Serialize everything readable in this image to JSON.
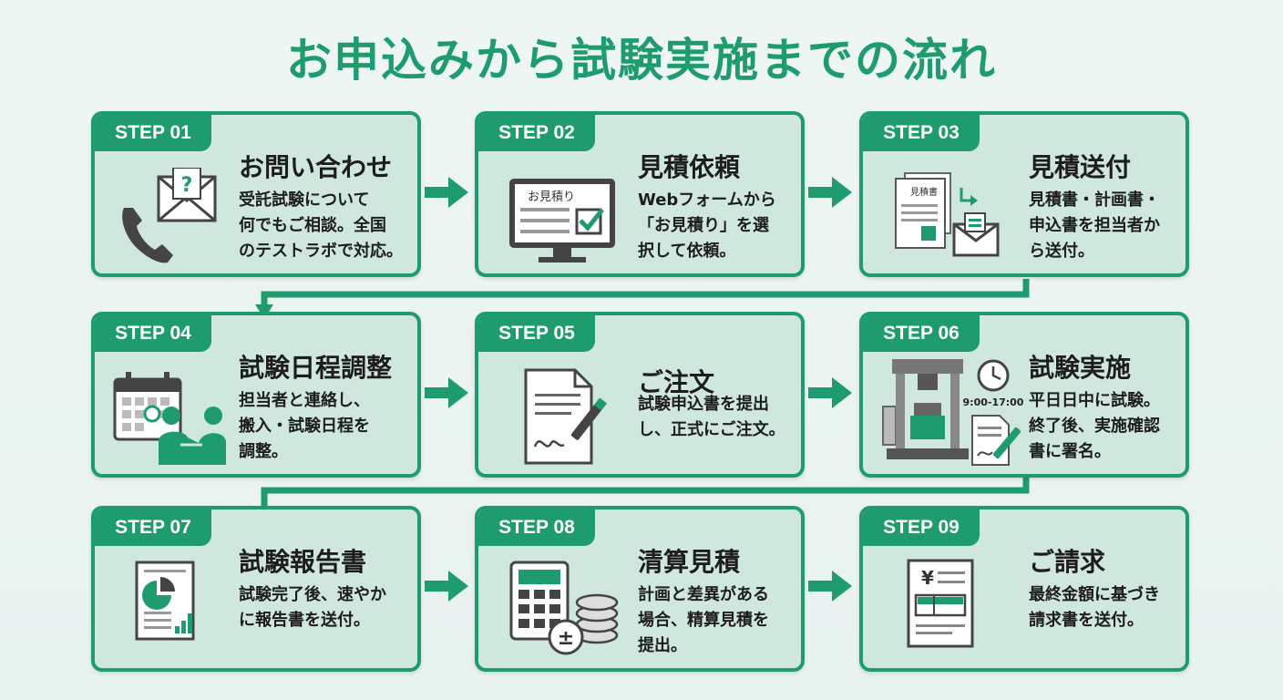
{
  "title": "お申込みから試験実施までの流れ",
  "steps": [
    {
      "label": "STEP 01",
      "title": "お問い合わせ",
      "desc": "受託試験について\n何でもご相談。全国\nのテストラボで対応。"
    },
    {
      "label": "STEP 02",
      "title": "見積依頼",
      "desc": "Webフォームから\n「お見積り」を選\n択して依頼。",
      "icon_text": "お見積り"
    },
    {
      "label": "STEP 03",
      "title": "見積送付",
      "desc": "見積書・計画書・\n申込書を担当者か\nら送付。",
      "icon_text": "見積書"
    },
    {
      "label": "STEP 04",
      "title": "試験日程調整",
      "desc": "担当者と連絡し、\n搬入・試験日程を\n調整。"
    },
    {
      "label": "STEP 05",
      "title": "ご注文",
      "desc": "試験申込書を提出\nし、正式にご注文。"
    },
    {
      "label": "STEP 06",
      "title": "試験実施",
      "desc": "平日日中に試験。\n終了後、実施確認\n書に署名。",
      "icon_text": "9:00-17:00"
    },
    {
      "label": "STEP 07",
      "title": "試験報告書",
      "desc": "試験完了後、速やか\nに報告書を送付。"
    },
    {
      "label": "STEP 08",
      "title": "清算見積",
      "desc": "計画と差異がある\n場合、精算見積を\n提出。"
    },
    {
      "label": "STEP 09",
      "title": "ご請求",
      "desc": "最終金額に基づき\n請求書を送付。",
      "icon_text": "¥"
    }
  ],
  "colors": {
    "accent": "#1f9c6e",
    "card_bg": "#cfe7dd",
    "icon_dark": "#444444",
    "bg": "#eef6f3"
  },
  "icons": [
    "phone-mail-icon",
    "monitor-form-icon",
    "documents-mail-icon",
    "calendar-handshake-icon",
    "document-pen-icon",
    "machine-clock-icon",
    "report-chart-icon",
    "calculator-coins-icon",
    "invoice-icon"
  ]
}
